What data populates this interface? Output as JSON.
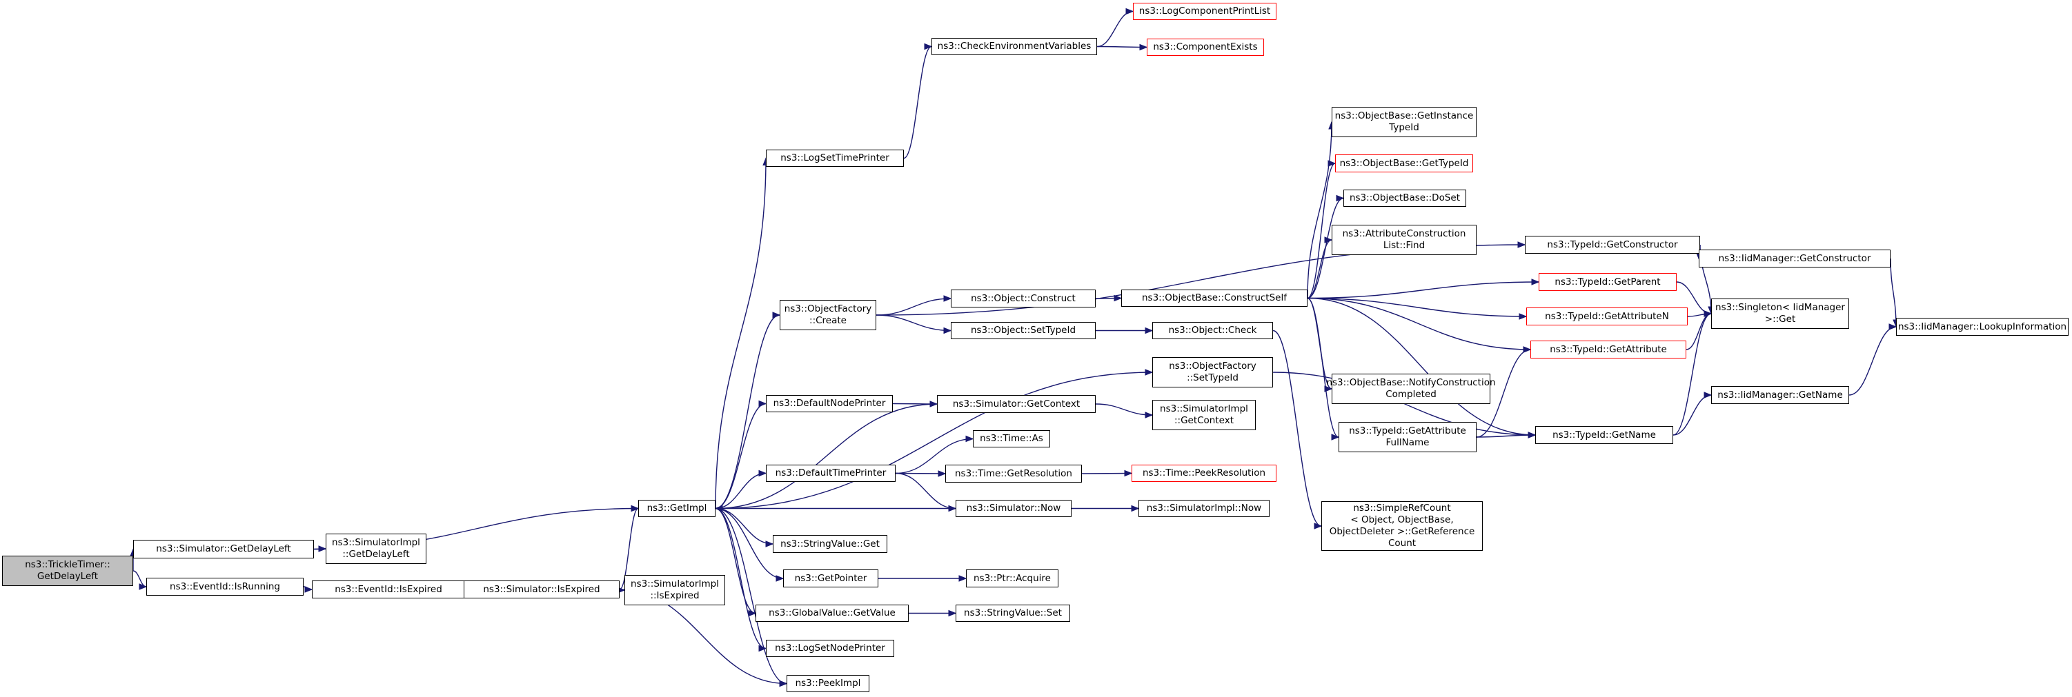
{
  "graph": {
    "edge_color": "#191970",
    "root_fill": "#bfbfbf",
    "missing_border_color": "#ff0000",
    "nodes": {
      "trickle": {
        "label": "ns3::TrickleTimer::\nGetDelayLeft",
        "style": "root"
      },
      "sim_getdelayleft": {
        "label": "ns3::Simulator::GetDelayLeft",
        "style": "normal"
      },
      "simimpl_getdelayleft": {
        "label": "ns3::SimulatorImpl\n::GetDelayLeft",
        "style": "normal"
      },
      "eventid_isrunning": {
        "label": "ns3::EventId::IsRunning",
        "style": "normal"
      },
      "eventid_isexpired": {
        "label": "ns3::EventId::IsExpired",
        "style": "normal"
      },
      "sim_isexpired": {
        "label": "ns3::Simulator::IsExpired",
        "style": "normal"
      },
      "simimpl_isexpired": {
        "label": "ns3::SimulatorImpl\n::IsExpired",
        "style": "normal"
      },
      "getimpl": {
        "label": "ns3::GetImpl",
        "style": "normal"
      },
      "logsettimeprinter": {
        "label": "ns3::LogSetTimePrinter",
        "style": "normal"
      },
      "checkenv": {
        "label": "ns3::CheckEnvironmentVariables",
        "style": "normal"
      },
      "logcompprintlist": {
        "label": "ns3::LogComponentPrintList",
        "style": "missing"
      },
      "compexists": {
        "label": "ns3::ComponentExists",
        "style": "missing"
      },
      "objfactory_create": {
        "label": "ns3::ObjectFactory\n::Create",
        "style": "normal"
      },
      "object_construct": {
        "label": "ns3::Object::Construct",
        "style": "normal"
      },
      "object_settypeid": {
        "label": "ns3::Object::SetTypeId",
        "style": "normal"
      },
      "objbase_constructself": {
        "label": "ns3::ObjectBase::ConstructSelf",
        "style": "normal"
      },
      "object_check": {
        "label": "ns3::Object::Check",
        "style": "normal"
      },
      "objbase_getinstancetypeid": {
        "label": "ns3::ObjectBase::GetInstance\nTypeId",
        "style": "normal"
      },
      "objbase_gettypeid": {
        "label": "ns3::ObjectBase::GetTypeId",
        "style": "missing"
      },
      "objbase_doset": {
        "label": "ns3::ObjectBase::DoSet",
        "style": "normal"
      },
      "attrconstr_find": {
        "label": "ns3::AttributeConstruction\nList::Find",
        "style": "normal"
      },
      "typeid_getconstructor": {
        "label": "ns3::TypeId::GetConstructor",
        "style": "normal"
      },
      "iidmgr_getconstructor": {
        "label": "ns3::IidManager::GetConstructor",
        "style": "normal"
      },
      "iidmgr_lookupinfo": {
        "label": "ns3::IidManager::LookupInformation",
        "style": "normal"
      },
      "typeid_getparent": {
        "label": "ns3::TypeId::GetParent",
        "style": "missing"
      },
      "typeid_getattributen": {
        "label": "ns3::TypeId::GetAttributeN",
        "style": "missing"
      },
      "typeid_getattribute": {
        "label": "ns3::TypeId::GetAttribute",
        "style": "missing"
      },
      "singleton_get": {
        "label": "ns3::Singleton< IidManager\n >::Get",
        "style": "normal"
      },
      "objbase_notifyconstruction": {
        "label": "ns3::ObjectBase::NotifyConstruction\nCompleted",
        "style": "normal"
      },
      "typeid_getattributefullname": {
        "label": "ns3::TypeId::GetAttribute\nFullName",
        "style": "normal"
      },
      "typeid_getname": {
        "label": "ns3::TypeId::GetName",
        "style": "normal"
      },
      "iidmgr_getname": {
        "label": "ns3::IidManager::GetName",
        "style": "normal"
      },
      "objfactory_settypeid": {
        "label": "ns3::ObjectFactory\n::SetTypeId",
        "style": "normal"
      },
      "defaultnodeprinter": {
        "label": "ns3::DefaultNodePrinter",
        "style": "normal"
      },
      "sim_getcontext": {
        "label": "ns3::Simulator::GetContext",
        "style": "normal"
      },
      "simimpl_getcontext": {
        "label": "ns3::SimulatorImpl\n::GetContext",
        "style": "normal"
      },
      "time_as": {
        "label": "ns3::Time::As",
        "style": "normal"
      },
      "defaulttimeprinter": {
        "label": "ns3::DefaultTimePrinter",
        "style": "normal"
      },
      "time_getresolution": {
        "label": "ns3::Time::GetResolution",
        "style": "normal"
      },
      "time_peekresolution": {
        "label": "ns3::Time::PeekResolution",
        "style": "missing"
      },
      "sim_now": {
        "label": "ns3::Simulator::Now",
        "style": "normal"
      },
      "simimpl_now": {
        "label": "ns3::SimulatorImpl::Now",
        "style": "normal"
      },
      "simplerefcount": {
        "label": "ns3::SimpleRefCount\n< Object, ObjectBase,\n ObjectDeleter >::GetReference\nCount",
        "style": "normal"
      },
      "stringvalue_get": {
        "label": "ns3::StringValue::Get",
        "style": "normal"
      },
      "getpointer": {
        "label": "ns3::GetPointer",
        "style": "normal"
      },
      "ptr_acquire": {
        "label": "ns3::Ptr::Acquire",
        "style": "normal"
      },
      "globalvalue_getvalue": {
        "label": "ns3::GlobalValue::GetValue",
        "style": "normal"
      },
      "stringvalue_set": {
        "label": "ns3::StringValue::Set",
        "style": "normal"
      },
      "logsetnodeprinter": {
        "label": "ns3::LogSetNodePrinter",
        "style": "normal"
      },
      "peekimpl": {
        "label": "ns3::PeekImpl",
        "style": "normal"
      }
    },
    "edges": [
      [
        "trickle",
        "sim_getdelayleft"
      ],
      [
        "trickle",
        "eventid_isrunning"
      ],
      [
        "sim_getdelayleft",
        "getimpl"
      ],
      [
        "sim_getdelayleft",
        "simimpl_getdelayleft"
      ],
      [
        "eventid_isrunning",
        "eventid_isexpired"
      ],
      [
        "eventid_isexpired",
        "sim_isexpired"
      ],
      [
        "sim_isexpired",
        "getimpl"
      ],
      [
        "sim_isexpired",
        "simimpl_isexpired"
      ],
      [
        "sim_isexpired",
        "peekimpl"
      ],
      [
        "getimpl",
        "logsettimeprinter"
      ],
      [
        "getimpl",
        "objfactory_create"
      ],
      [
        "getimpl",
        "objfactory_settypeid"
      ],
      [
        "getimpl",
        "defaultnodeprinter"
      ],
      [
        "getimpl",
        "defaulttimeprinter"
      ],
      [
        "getimpl",
        "stringvalue_get"
      ],
      [
        "getimpl",
        "getpointer"
      ],
      [
        "getimpl",
        "globalvalue_getvalue"
      ],
      [
        "getimpl",
        "logsetnodeprinter"
      ],
      [
        "getimpl",
        "peekimpl"
      ],
      [
        "logsettimeprinter",
        "checkenv"
      ],
      [
        "checkenv",
        "logcompprintlist"
      ],
      [
        "checkenv",
        "compexists"
      ],
      [
        "objfactory_create",
        "typeid_getconstructor"
      ],
      [
        "objfactory_create",
        "object_construct"
      ],
      [
        "objfactory_create",
        "object_settypeid"
      ],
      [
        "object_construct",
        "objbase_constructself"
      ],
      [
        "object_settypeid",
        "object_check"
      ],
      [
        "objbase_constructself",
        "objbase_getinstancetypeid"
      ],
      [
        "objbase_constructself",
        "objbase_gettypeid"
      ],
      [
        "objbase_constructself",
        "objbase_doset"
      ],
      [
        "objbase_constructself",
        "attrconstr_find"
      ],
      [
        "objbase_constructself",
        "typeid_getparent"
      ],
      [
        "objbase_constructself",
        "typeid_getattributen"
      ],
      [
        "objbase_constructself",
        "typeid_getattribute"
      ],
      [
        "objbase_constructself",
        "objbase_notifyconstruction"
      ],
      [
        "objbase_constructself",
        "typeid_getattributefullname"
      ],
      [
        "objbase_constructself",
        "typeid_getname"
      ],
      [
        "typeid_getconstructor",
        "iidmgr_getconstructor"
      ],
      [
        "typeid_getconstructor",
        "singleton_get"
      ],
      [
        "iidmgr_getconstructor",
        "iidmgr_lookupinfo"
      ],
      [
        "typeid_getparent",
        "singleton_get"
      ],
      [
        "typeid_getattributen",
        "singleton_get"
      ],
      [
        "typeid_getattribute",
        "singleton_get"
      ],
      [
        "typeid_getattributefullname",
        "typeid_getattribute"
      ],
      [
        "typeid_getattributefullname",
        "typeid_getname"
      ],
      [
        "typeid_getname",
        "singleton_get"
      ],
      [
        "typeid_getname",
        "iidmgr_getname"
      ],
      [
        "iidmgr_getname",
        "iidmgr_lookupinfo"
      ],
      [
        "object_check",
        "simplerefcount"
      ],
      [
        "objfactory_settypeid",
        "typeid_getname"
      ],
      [
        "defaultnodeprinter",
        "sim_getcontext"
      ],
      [
        "sim_getcontext",
        "getimpl"
      ],
      [
        "sim_getcontext",
        "simimpl_getcontext"
      ],
      [
        "defaulttimeprinter",
        "time_as"
      ],
      [
        "defaulttimeprinter",
        "time_getresolution"
      ],
      [
        "defaulttimeprinter",
        "sim_now"
      ],
      [
        "time_getresolution",
        "time_peekresolution"
      ],
      [
        "sim_now",
        "getimpl"
      ],
      [
        "sim_now",
        "simimpl_now"
      ],
      [
        "getpointer",
        "ptr_acquire"
      ],
      [
        "globalvalue_getvalue",
        "stringvalue_set"
      ]
    ]
  }
}
